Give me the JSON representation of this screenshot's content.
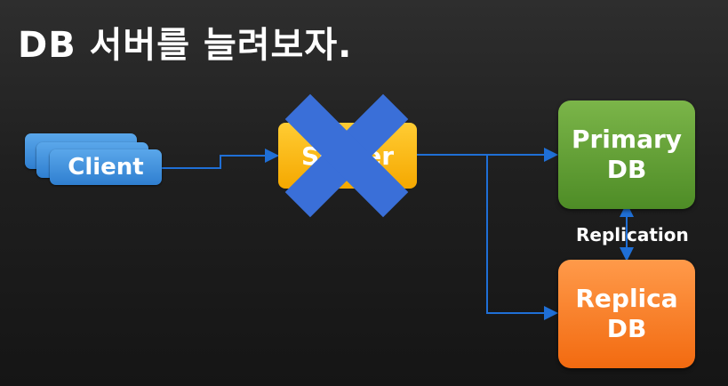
{
  "title": "DB 서버를 늘려보자.",
  "client": {
    "label": "Client"
  },
  "server": {
    "label": "Server"
  },
  "primary_db": {
    "line1": "Primary",
    "line2": "DB"
  },
  "replica_db": {
    "line1": "Replica",
    "line2": "DB"
  },
  "replication_label": "Replication",
  "colors": {
    "client_blue": "#3a8ad9",
    "server_yellow": "#f7b500",
    "primary_green": "#5e9a34",
    "replica_orange": "#f57a22",
    "arrow_blue": "#1f6fd6",
    "x_blue": "#3a6fd8"
  }
}
